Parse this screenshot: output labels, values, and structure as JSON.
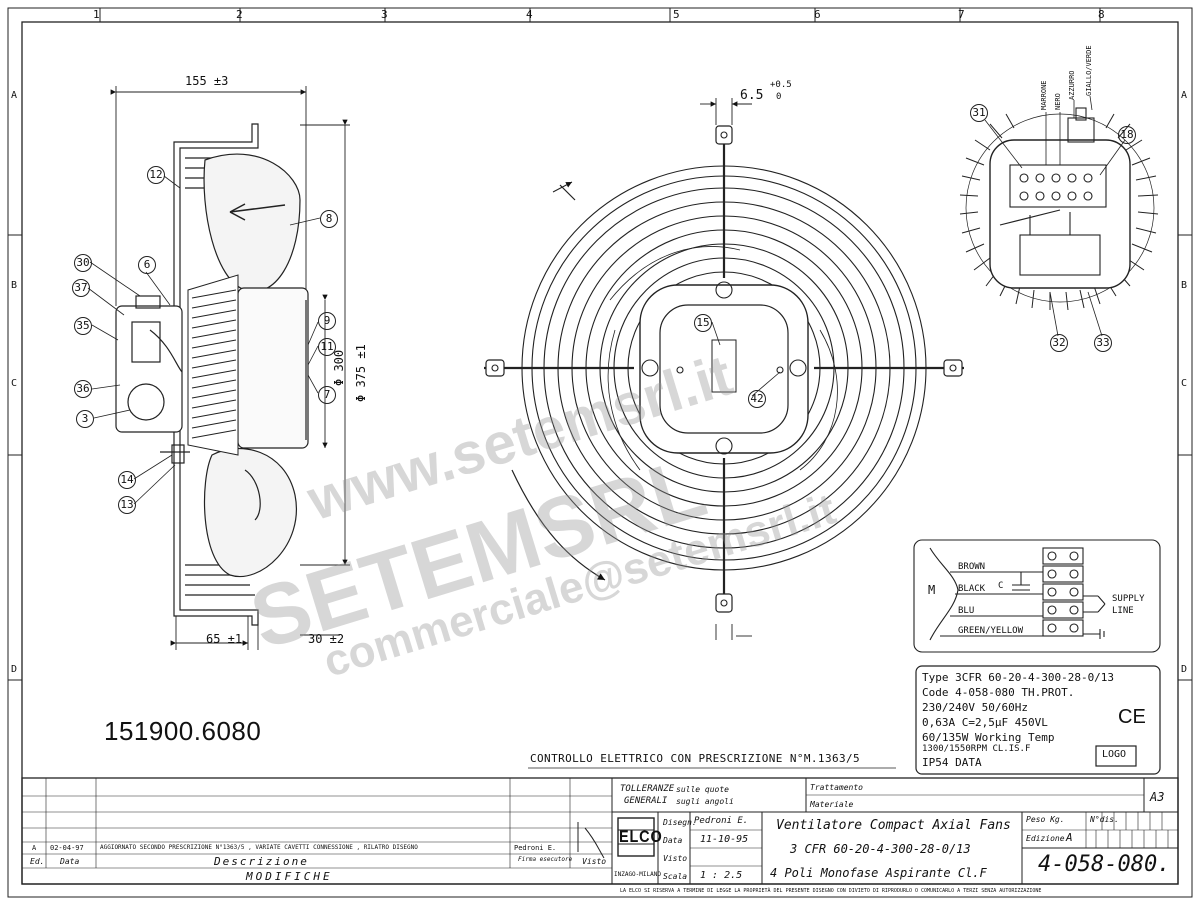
{
  "frame": {
    "zones_top": [
      "1",
      "2",
      "3",
      "4",
      "5",
      "6",
      "7",
      "8"
    ],
    "zones_side": [
      "A",
      "B",
      "C",
      "D"
    ]
  },
  "part_number": "151900.6080",
  "side_view": {
    "dim_depth": "155 ±3",
    "dim_hub": "65 ±1",
    "dim_mount": "30 ±2",
    "dim_dia_inner": "Φ 300",
    "dim_dia_outer": "Φ 375 ±1",
    "callouts": [
      "12",
      "8",
      "30",
      "6",
      "37",
      "35",
      "36",
      "3",
      "9",
      "11",
      "7",
      "14",
      "13"
    ]
  },
  "front_view": {
    "dim_top": "6.5",
    "dim_top_tol": "+0.5",
    "dim_top_tol2": "0",
    "callouts": [
      "15",
      "42"
    ]
  },
  "terminal_box": {
    "wire_labels": [
      "MARRONE",
      "NERO",
      "AZZURRO",
      "GIALLO/VERDE"
    ],
    "callouts": [
      "31",
      "18",
      "32",
      "33"
    ]
  },
  "wiring": {
    "motor_label": "M",
    "wires": [
      "BROWN",
      "BLACK",
      "BLU",
      "GREEN/YELLOW"
    ],
    "cap_label": "C",
    "supply": [
      "SUPPLY",
      "LINE"
    ]
  },
  "nameplate": {
    "lines": [
      "Type 3CFR 60-20-4-300-28-0/13",
      "Code 4-058-080  TH.PROT.",
      "230/240V       50/60Hz",
      "0,63A          C=2,5µF 450VL",
      "60/135W        Working Temp",
      "1300/1550RPM   CL.IS.F",
      "IP54           DATA"
    ],
    "ce_mark": "CE",
    "logo_label": "LOGO"
  },
  "note_text": "CONTROLLO ELETTRICO CON PRESCRIZIONE N°M.1363/5",
  "title_block": {
    "tolerances_1": "TOLLERANZE",
    "tolerances_2": "GENERALI",
    "tol_q1": "sulle quote",
    "tol_q2": "sugli angoli",
    "treatment_label": "Trattamento",
    "material_label": "Materiale",
    "sheet_size": "A3",
    "company": "ELCO",
    "company_sub": "INZAGO-MILANO",
    "drawn_label": "Disegn.",
    "drawn_value": "Pedroni E.",
    "date_label": "Data",
    "date_value": "11-10-95",
    "checked_label": "Visto",
    "scale_label": "Scala",
    "scale_value": "1 : 2.5",
    "title_line1": "Ventilatore Compact Axial Fans",
    "title_line2": "3 CFR  60-20-4-300-28-0/13",
    "title_line3": "4 Poli  Monofase  Aspirante  Cl.F",
    "weight_label": "Peso Kg.",
    "drawing_no_label": "N°dis.",
    "edition_label": "Edizione",
    "edition_value": "A",
    "drawing_number": "4-058-080.",
    "revision_letter": "A",
    "revision_date": "02-04-97",
    "revision_desc": "AGGIORNATO SECONDO PRESCRIZIONE N°1363/5 , VARIATE CAVETTI CONNESSIONE , RILATRO DISEGNO",
    "revision_by": "Pedroni E.",
    "col_ed": "Ed.",
    "col_date": "Data",
    "col_desc": "Descrizione",
    "col_sign": "Firma esecutore",
    "col_check": "Visto",
    "modifications": "MODIFICHE",
    "footer": "LA ELCO SI RISERVA A TERMINE DI LEGGE LA PROPRIETÀ DEL PRESENTE DISEGNO CON DIVIETO DI RIPRODURLO O COMUNICARLO A TERZI SENZA AUTORIZZAZIONE"
  },
  "watermark": {
    "line1": "www.setemsrl.it",
    "line2": "SETEMSRL",
    "line3": "commerciale@setemsrl.it"
  }
}
